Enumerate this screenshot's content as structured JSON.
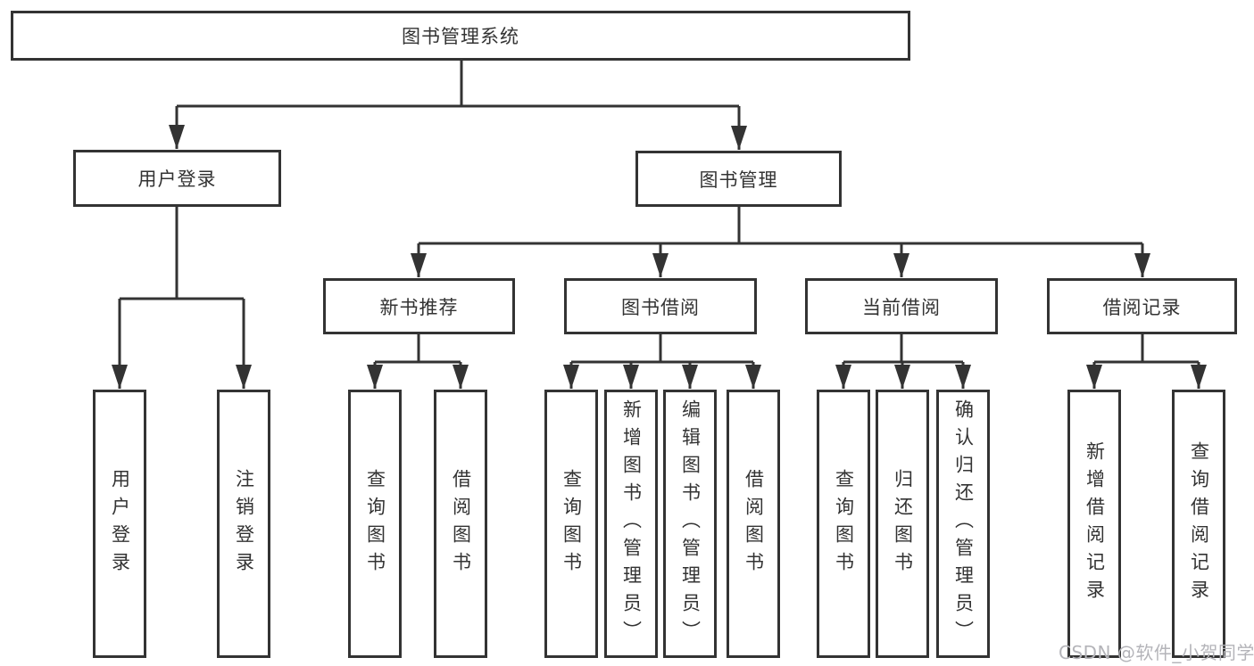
{
  "colors": {
    "line": "#333333",
    "text": "#333333",
    "box_bg": "#ffffff",
    "watermark": "#b4b4b9"
  },
  "tree": {
    "root": "图书管理系统",
    "login": {
      "label": "用户登录",
      "children": [
        "用户登录",
        "注销登录"
      ]
    },
    "mgmt": {
      "label": "图书管理",
      "groups": [
        {
          "label": "新书推荐",
          "children": [
            "查询图书",
            "借阅图书"
          ]
        },
        {
          "label": "图书借阅",
          "children": [
            "查询图书",
            "新增图书（管理员）",
            "编辑图书（管理员）",
            "借阅图书"
          ]
        },
        {
          "label": "当前借阅",
          "children": [
            "查询图书",
            "归还图书",
            "确认归还（管理员）"
          ]
        },
        {
          "label": "借阅记录",
          "children": [
            "新增借阅记录",
            "查询借阅记录"
          ]
        }
      ]
    }
  },
  "watermark": "CSDN @软件_小贺同学"
}
